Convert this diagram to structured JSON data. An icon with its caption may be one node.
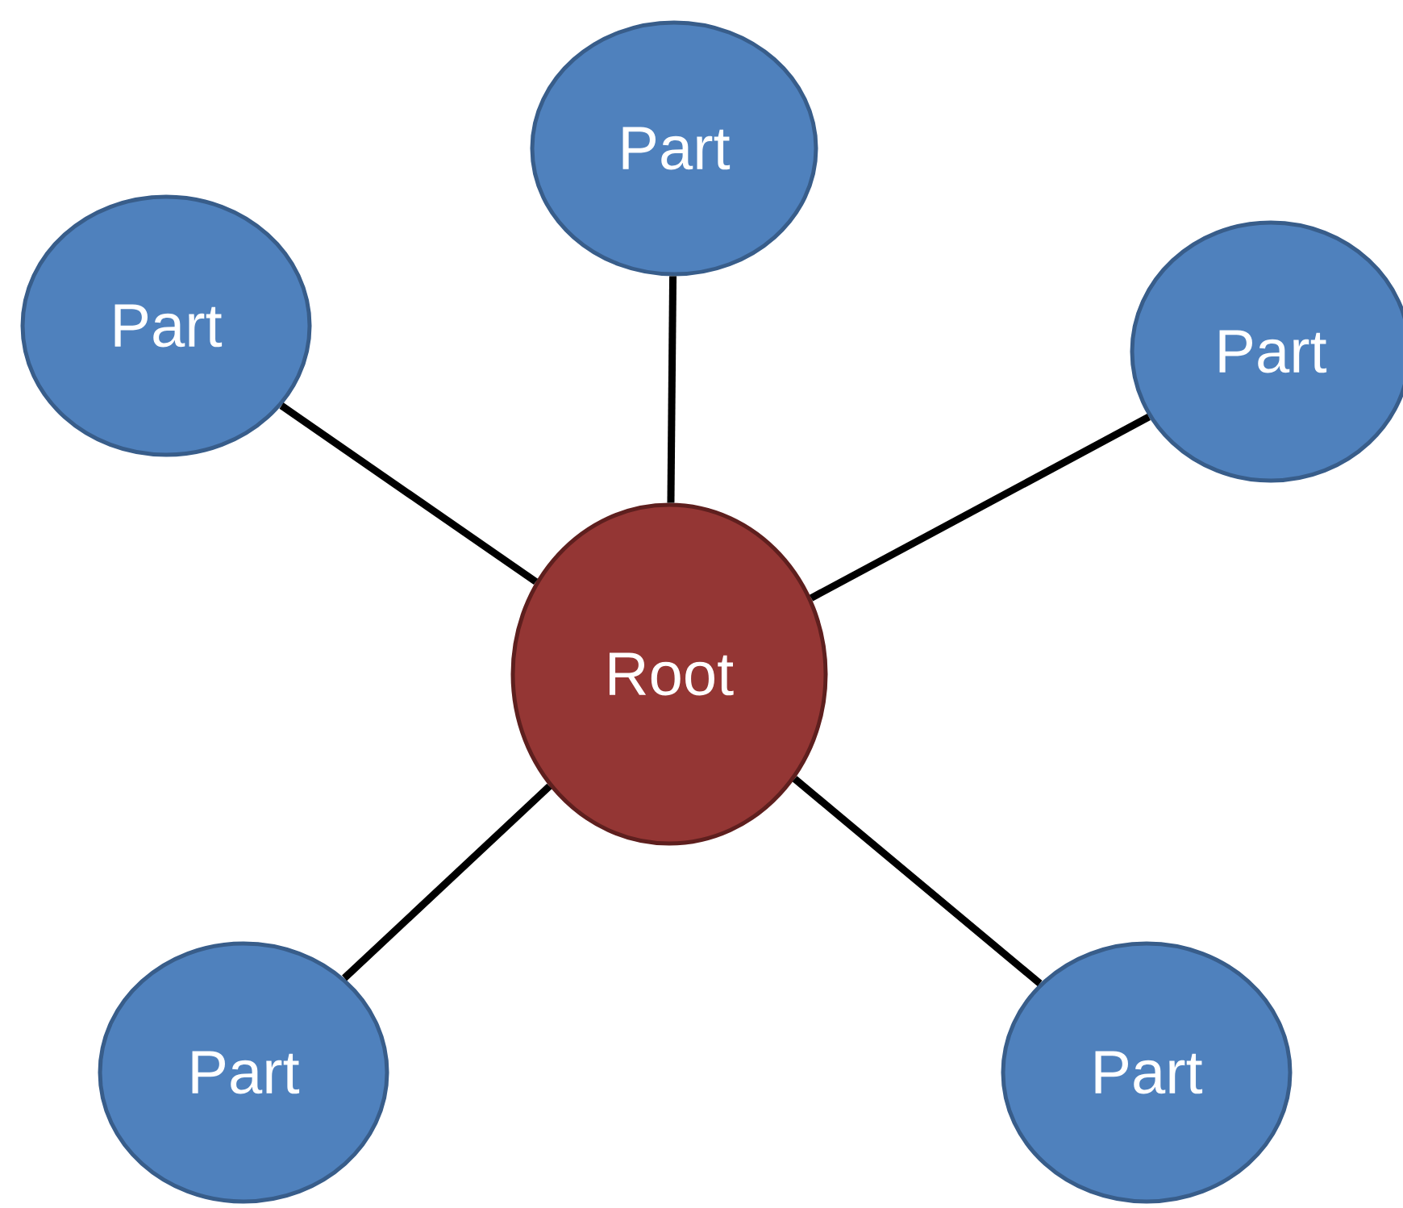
{
  "diagram": {
    "nodes": [
      {
        "text": [
          "Part"
        ]
      },
      {
        "text": [
          "Part"
        ]
      },
      {
        "text": [
          "Part"
        ]
      },
      {
        "text": [
          "Root"
        ]
      },
      {
        "text": [
          "Part"
        ]
      },
      {
        "text": [
          "Part"
        ]
      }
    ],
    "edges": [
      {
        "from": 3,
        "to": 0,
        "arrow": "none"
      },
      {
        "from": 3,
        "to": 1,
        "arrow": "none"
      },
      {
        "from": 3,
        "to": 2,
        "arrow": "none"
      },
      {
        "from": 3,
        "to": 4,
        "arrow": "none"
      },
      {
        "from": 3,
        "to": 5,
        "arrow": "none"
      }
    ]
  }
}
